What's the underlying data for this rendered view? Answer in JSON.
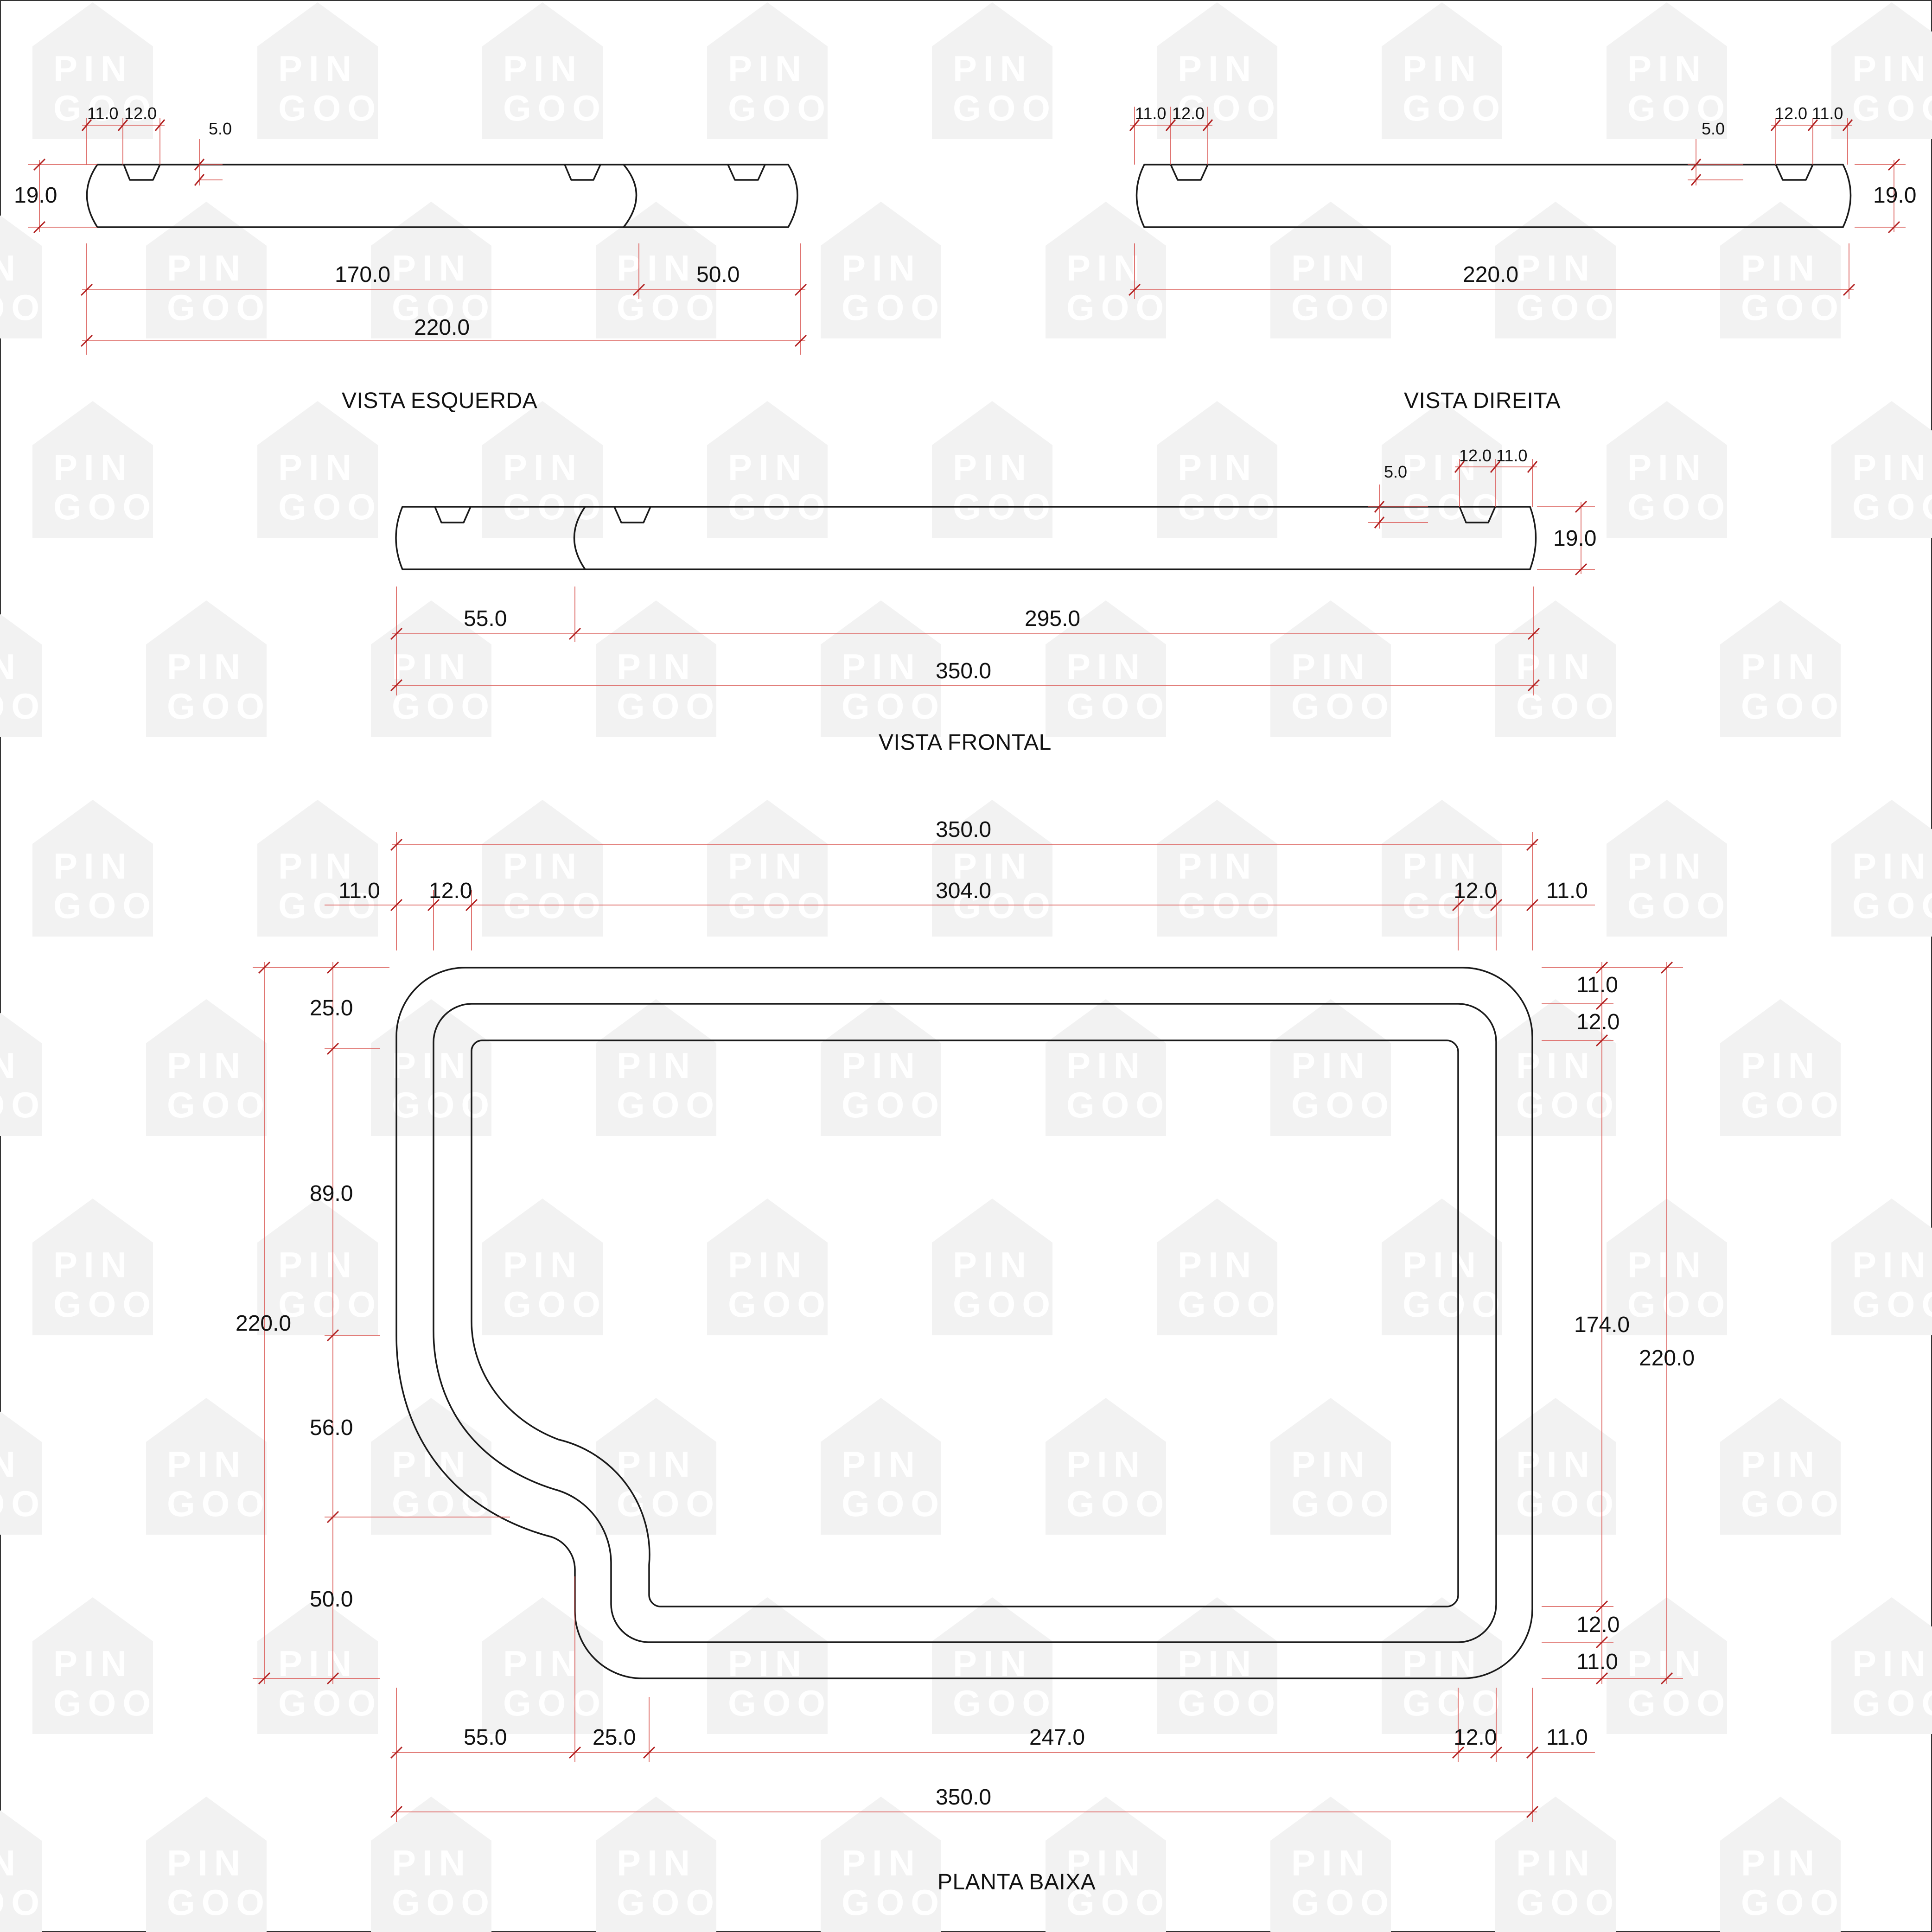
{
  "watermark": {
    "line1": "PIN",
    "line2": "GOO",
    "color": "#f2f2f2"
  },
  "colors": {
    "outline": "#1a1a1a",
    "dimension": "#d9534f",
    "tick": "#b22222"
  },
  "views": {
    "left": {
      "title": "VISTA ESQUERDA",
      "height": "19.0",
      "top_11": "11.0",
      "top_12": "12.0",
      "step": "5.0",
      "seg_a": "170.0",
      "seg_b": "50.0",
      "total": "220.0"
    },
    "right": {
      "title": "VISTA DIREITA",
      "height": "19.0",
      "top_11_left": "11.0",
      "top_12_left": "12.0",
      "top_12_right": "12.0",
      "top_11_right": "11.0",
      "step": "5.0",
      "total": "220.0"
    },
    "front": {
      "title": "VISTA FRONTAL",
      "height": "19.0",
      "top_12": "12.0",
      "top_11": "11.0",
      "step": "5.0",
      "seg_a": "55.0",
      "seg_b": "295.0",
      "total": "350.0"
    },
    "plan": {
      "title": "PLANTA BAIXA",
      "top_total": "350.0",
      "top_11_left": "11.0",
      "top_12_left": "12.0",
      "top_mid": "304.0",
      "top_12_right": "12.0",
      "top_11_right": "11.0",
      "left_25": "25.0",
      "left_89": "89.0",
      "left_56": "56.0",
      "left_50": "50.0",
      "left_total": "220.0",
      "right_11_top": "11.0",
      "right_12_top": "12.0",
      "right_mid": "174.0",
      "right_12_bottom": "12.0",
      "right_11_bottom": "11.0",
      "right_total": "220.0",
      "bottom_55": "55.0",
      "bottom_25": "25.0",
      "bottom_247": "247.0",
      "bottom_12": "12.0",
      "bottom_11": "11.0",
      "bottom_total": "350.0"
    }
  }
}
